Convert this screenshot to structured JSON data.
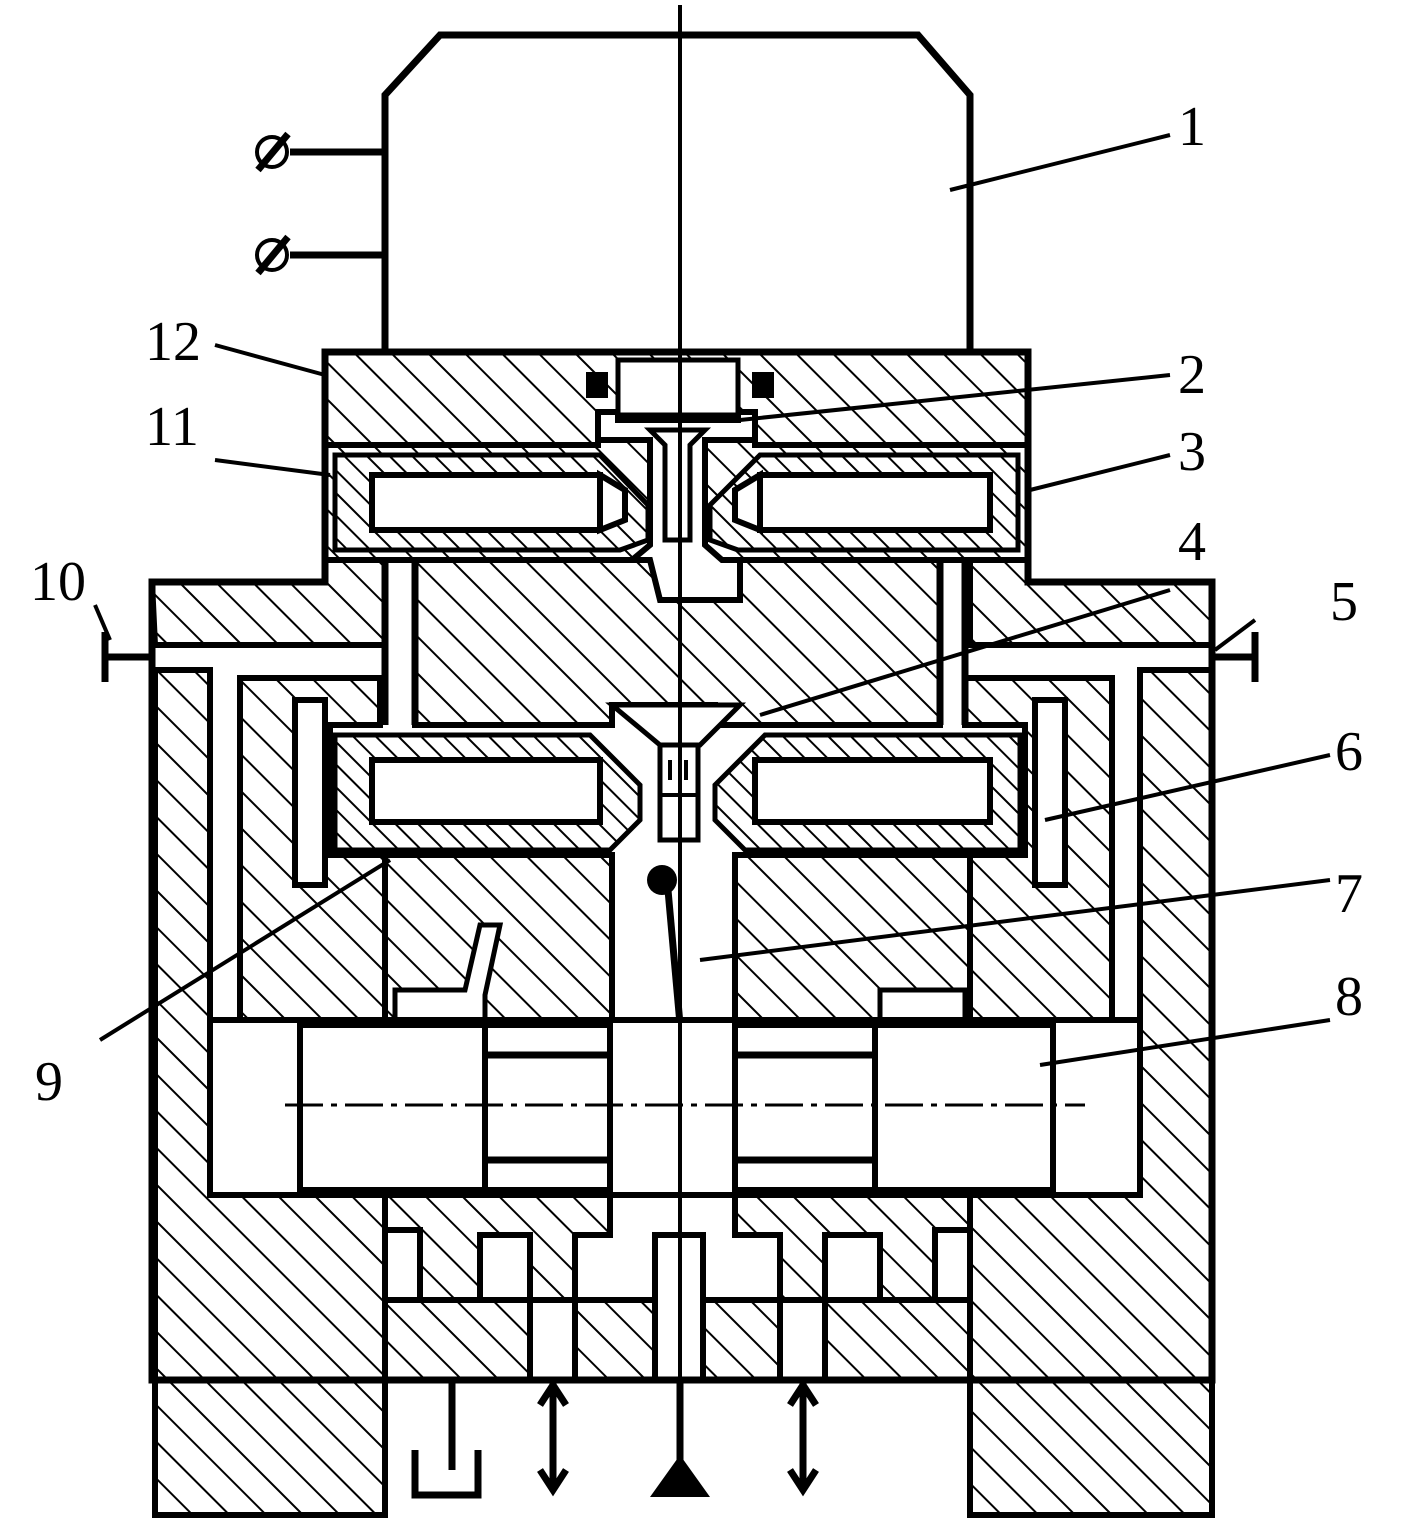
{
  "diagram": {
    "part_labels": [
      "1",
      "2",
      "3",
      "4",
      "5",
      "6",
      "7",
      "8",
      "9",
      "10",
      "11",
      "12"
    ]
  }
}
